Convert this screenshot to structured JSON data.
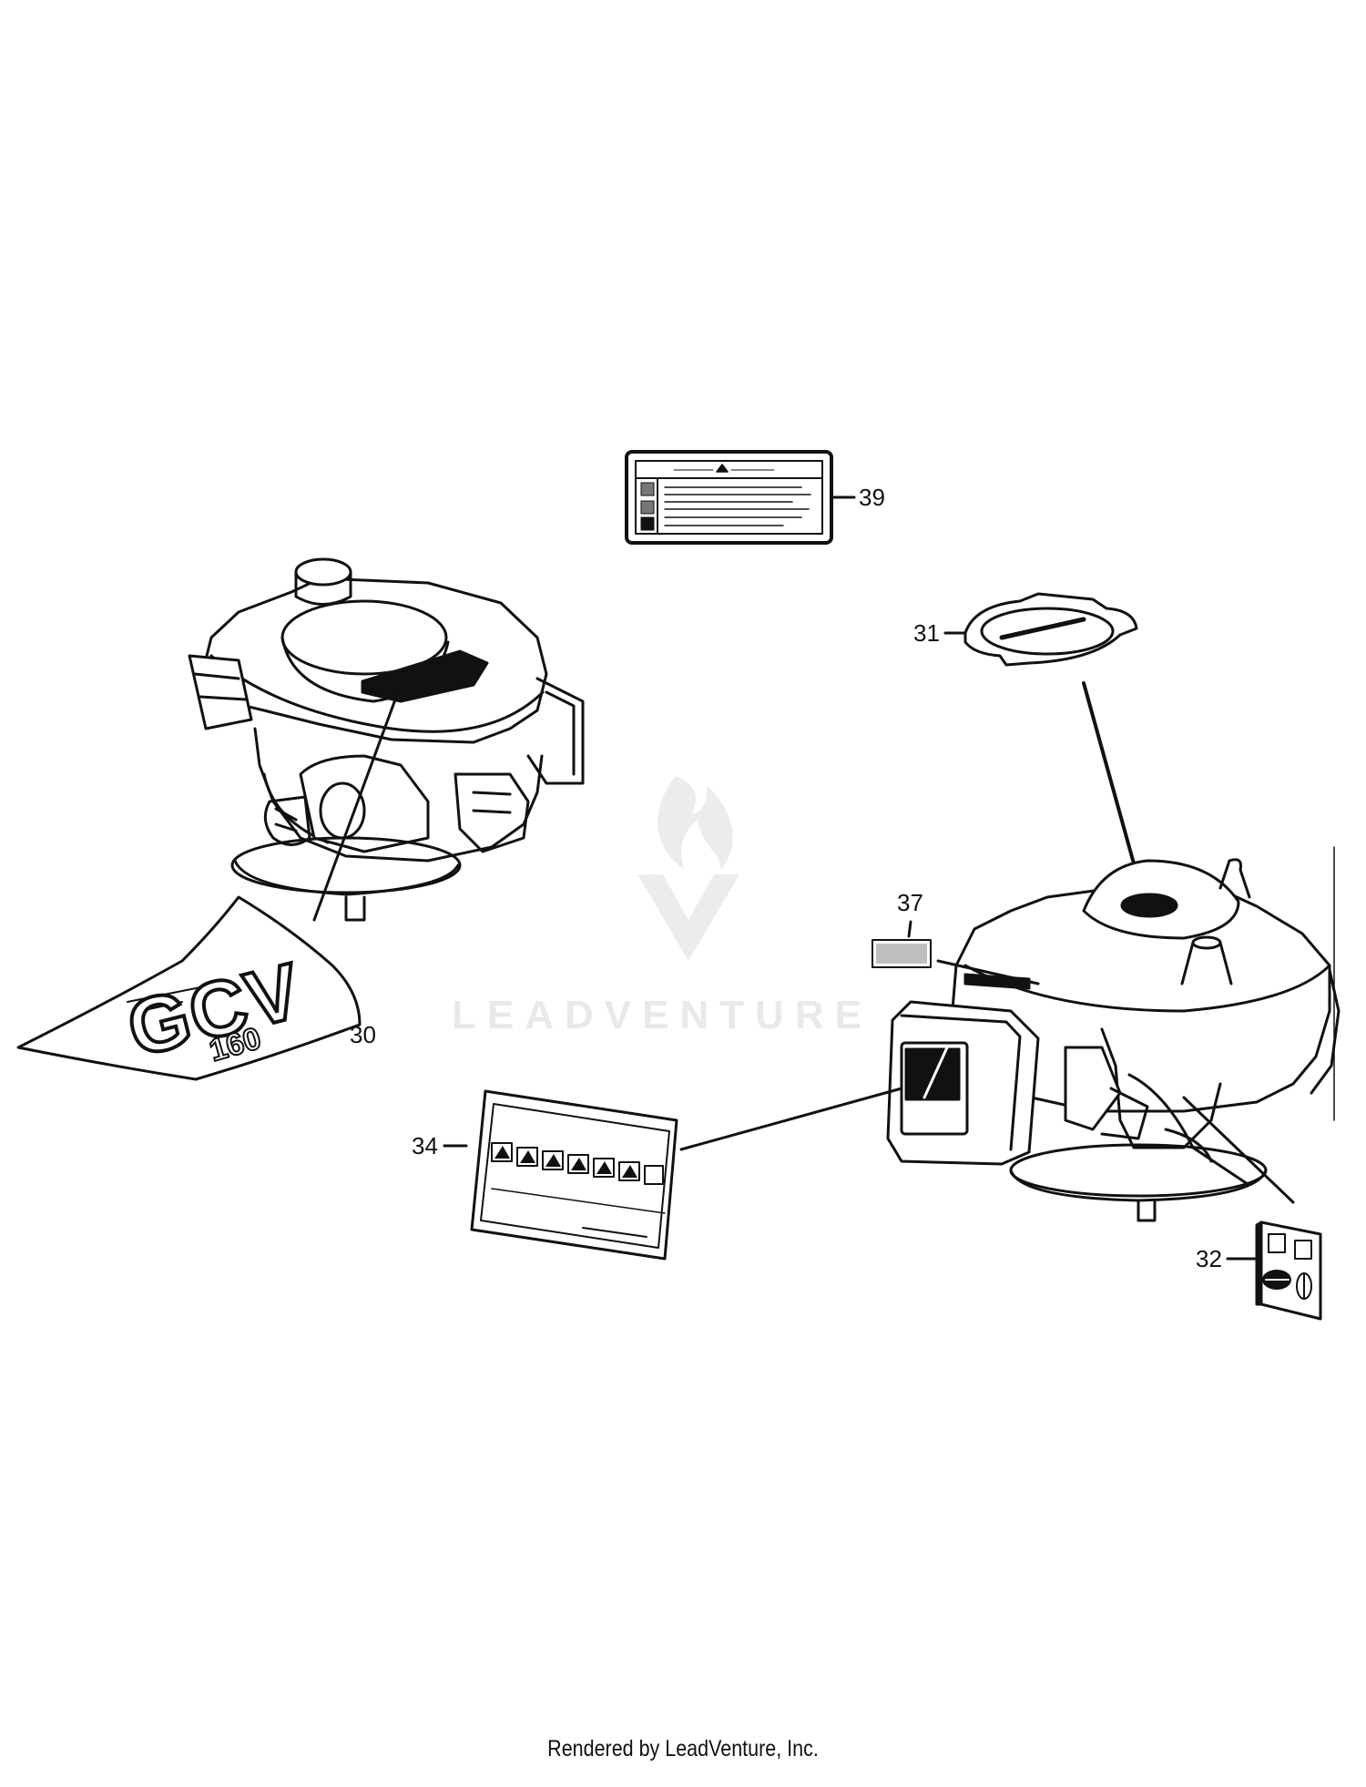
{
  "callouts": {
    "c30": "30",
    "c31": "31",
    "c32": "32",
    "c34": "34",
    "c37": "37",
    "c39": "39"
  },
  "decal_30": {
    "model_text": "GCV",
    "size_text": "160"
  },
  "watermark": {
    "brand": "LEADVENTURE"
  },
  "footer": {
    "credit": "Rendered by LeadVenture, Inc."
  },
  "colors": {
    "line": "#111111",
    "watermark": "#e9e9e9"
  }
}
